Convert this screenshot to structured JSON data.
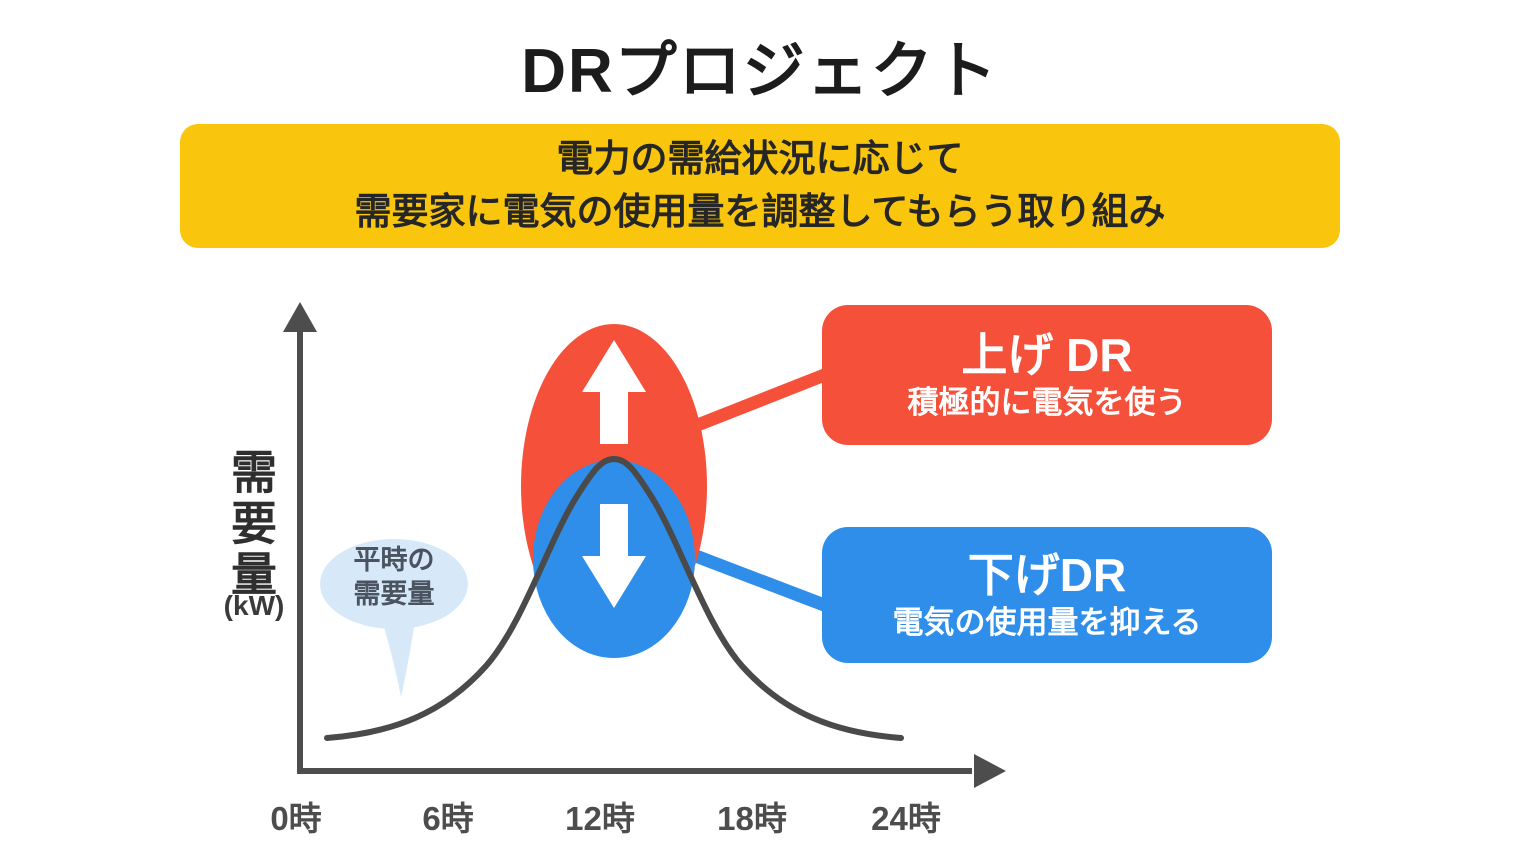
{
  "title": "DRプロジェクト",
  "banner": {
    "line1": "電力の需給状況に応じて",
    "line2": "需要家に電気の使用量を調整してもらう取り組み",
    "bg_color": "#F9C60D"
  },
  "chart": {
    "ylabel": "需要量",
    "ylabel_unit": "(kW)",
    "x_ticks": [
      "0時",
      "6時",
      "12時",
      "18時",
      "24時"
    ],
    "bubble": {
      "line1": "平時の",
      "line2": "需要量",
      "bg_color": "#D7E9F9"
    }
  },
  "callouts": {
    "up": {
      "title": "上げ DR",
      "subtitle": "積極的に電気を使う",
      "color": "#F4503A"
    },
    "down": {
      "title": "下げDR",
      "subtitle": "電気の使用量を抑える",
      "color": "#2E8EE9"
    }
  },
  "colors": {
    "axis": "#4D4D4D",
    "curve": "#4A4A4A",
    "up_dr_red": "#F4503A",
    "down_dr_blue": "#2E8EE9",
    "banner_yellow": "#F9C60D",
    "bubble_light_blue": "#D7E9F9"
  },
  "chart_data": {
    "type": "line",
    "x": [
      0,
      6,
      12,
      18,
      24
    ],
    "x_tick_labels": [
      "0時",
      "6時",
      "12時",
      "18時",
      "24時"
    ],
    "series": [
      {
        "name": "平時の需要量",
        "normalized_values": [
          0.02,
          0.1,
          1.0,
          0.1,
          0.02
        ]
      }
    ],
    "ylabel": "需要量",
    "ylabel_unit": "(kW)",
    "peak_x_label": "12時",
    "grid": false,
    "legend": false,
    "annotations": [
      {
        "label": "上げ DR",
        "note": "積極的に電気を使う",
        "direction": "up"
      },
      {
        "label": "下げDR",
        "note": "電気の使用量を抑える",
        "direction": "down"
      },
      {
        "label": "平時の需要量",
        "note": "speech bubble on curve"
      }
    ]
  }
}
